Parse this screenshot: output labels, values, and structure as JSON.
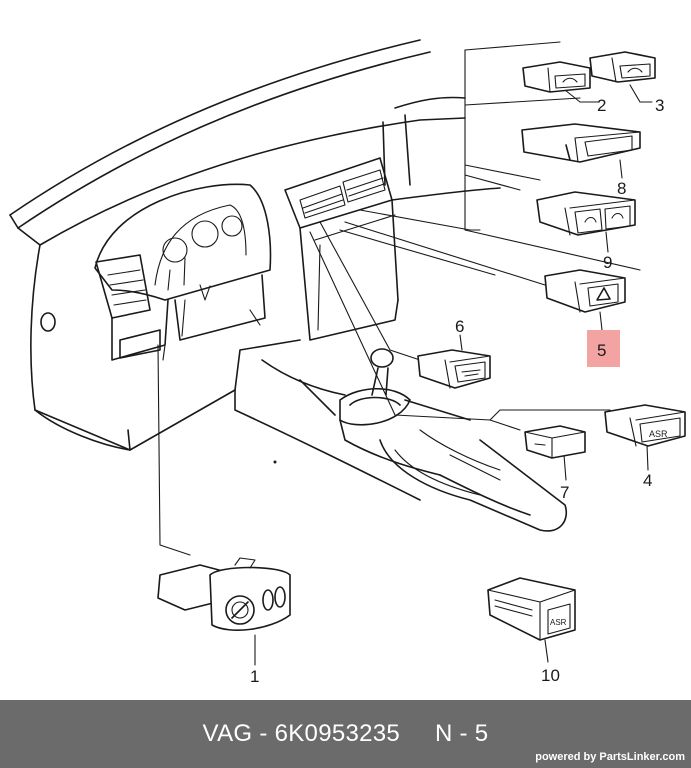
{
  "callouts": [
    "1",
    "2",
    "3",
    "4",
    "5",
    "6",
    "7",
    "8",
    "9",
    "10"
  ],
  "highlighted_callout": "5",
  "switch_labels": {
    "asr_small": "ASR",
    "asr_large": "ASR"
  },
  "footer": {
    "brand": "VAG",
    "part_number": "6K0953235",
    "position": "N - 5",
    "powered_by_prefix": "powered by",
    "powered_by_site": "PartsLinker.com"
  },
  "colors": {
    "footer_bg": "#6b6b6b",
    "highlight": "#f4a3a3",
    "line": "#1a1a1a"
  }
}
